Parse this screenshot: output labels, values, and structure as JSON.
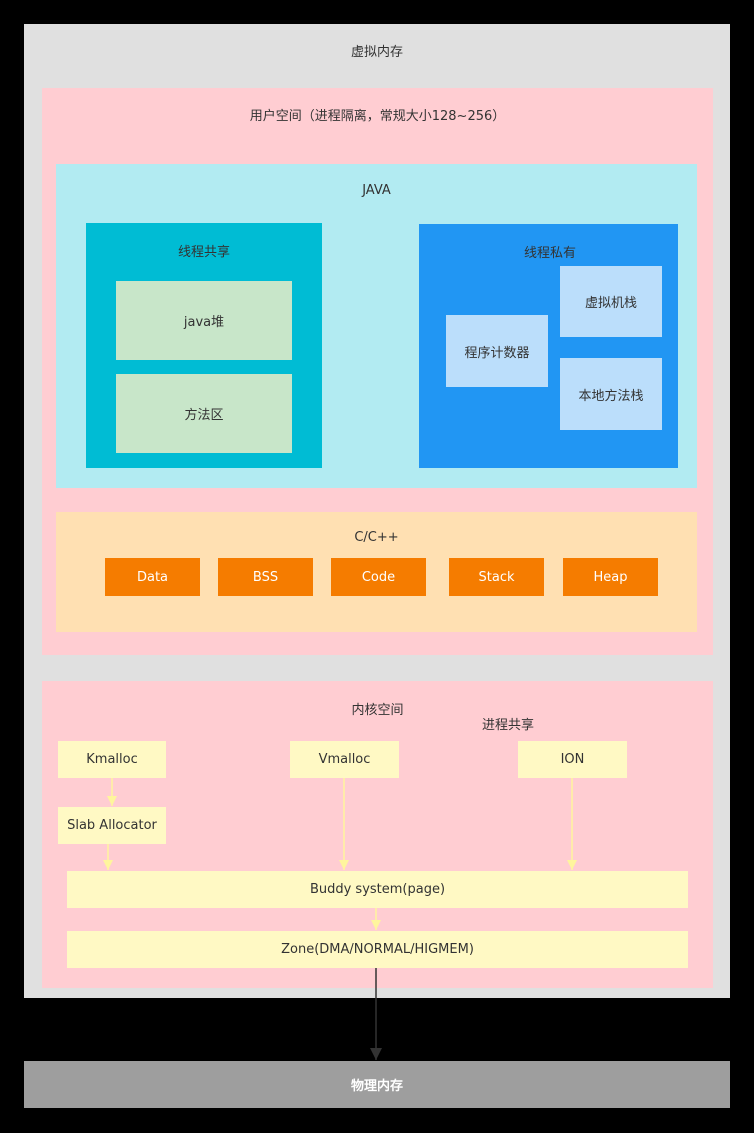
{
  "virtual_memory": {
    "title": "虚拟内存"
  },
  "user_space": {
    "title": "用户空间（进程隔离，常规大小128~256）",
    "java": {
      "title": "JAVA",
      "thread_shared": {
        "title": "线程共享",
        "items": [
          "java堆",
          "方法区"
        ]
      },
      "thread_private": {
        "title": "线程私有",
        "program_counter": "程序计数器",
        "vm_stack": "虚拟机栈",
        "native_stack": "本地方法栈"
      }
    },
    "cpp": {
      "title": "C/C++",
      "segments": [
        "Data",
        "BSS",
        "Code",
        "Stack",
        "Heap"
      ]
    }
  },
  "kernel_space": {
    "title": "内核空间",
    "process_shared": "进程共享",
    "kmalloc": "Kmalloc",
    "vmalloc": "Vmalloc",
    "ion": "ION",
    "slab": "Slab Allocator",
    "buddy": "Buddy system(page)",
    "zone": "Zone(DMA/NORMAL/HIGMEM)"
  },
  "physical_memory": {
    "title": "物理内存"
  },
  "colors": {
    "virtual": "#e0e0e0",
    "space": "#ffcdd2",
    "java": "#b2ebf2",
    "shared": "#00bcd4",
    "shared_item": "#c8e6c9",
    "private": "#2196f3",
    "private_item": "#bbdefb",
    "cpp": "#ffe0b2",
    "segment": "#f57c00",
    "kernel_item": "#fff9c4",
    "arrow_light": "#fff59d",
    "arrow_dark": "#333333",
    "physical": "#9e9e9e"
  }
}
